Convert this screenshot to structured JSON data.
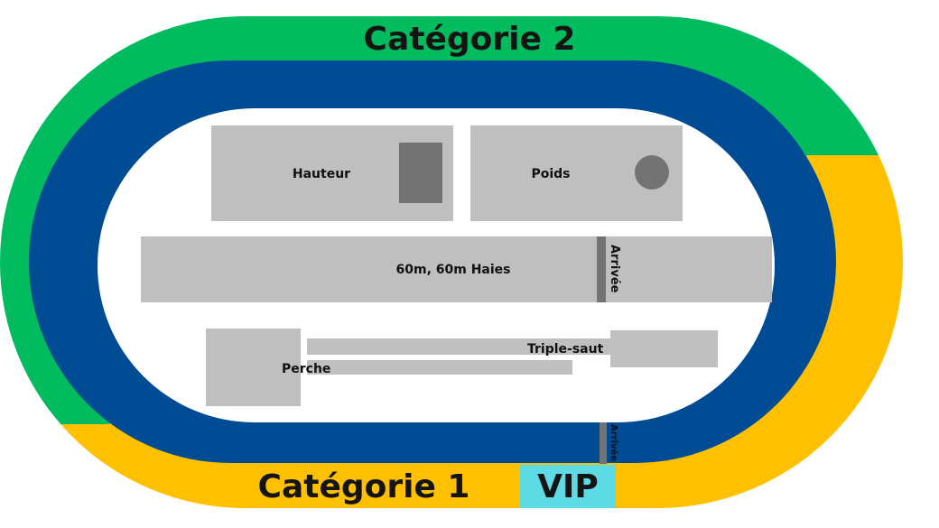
{
  "sections": {
    "category_top": {
      "label": "Catégorie 2",
      "color": "#00bc5f"
    },
    "category_bottom": {
      "label": "Catégorie 1",
      "color": "#ffc000"
    },
    "vip": {
      "label": "VIP",
      "color": "#5ddbe5"
    }
  },
  "track": {
    "color": "#004c94"
  },
  "infield": {
    "color": "#ffffff"
  },
  "zones": {
    "high_jump": {
      "label": "Hauteur",
      "color": "#bfbfbf",
      "mark_color": "#737373"
    },
    "shot_put": {
      "label": "Poids",
      "color": "#bfbfbf",
      "mark_color": "#737373"
    },
    "sprint": {
      "label": "60m, 60m Haies",
      "color": "#bfbfbf",
      "finish_label": "Arrivée"
    },
    "jumps": {
      "pole_vault_label": "Perche",
      "triple_jump_label": "Triple-saut",
      "color": "#bfbfbf"
    }
  },
  "finish_line_bottom": {
    "label": "Arrivée",
    "color": "#737373"
  }
}
